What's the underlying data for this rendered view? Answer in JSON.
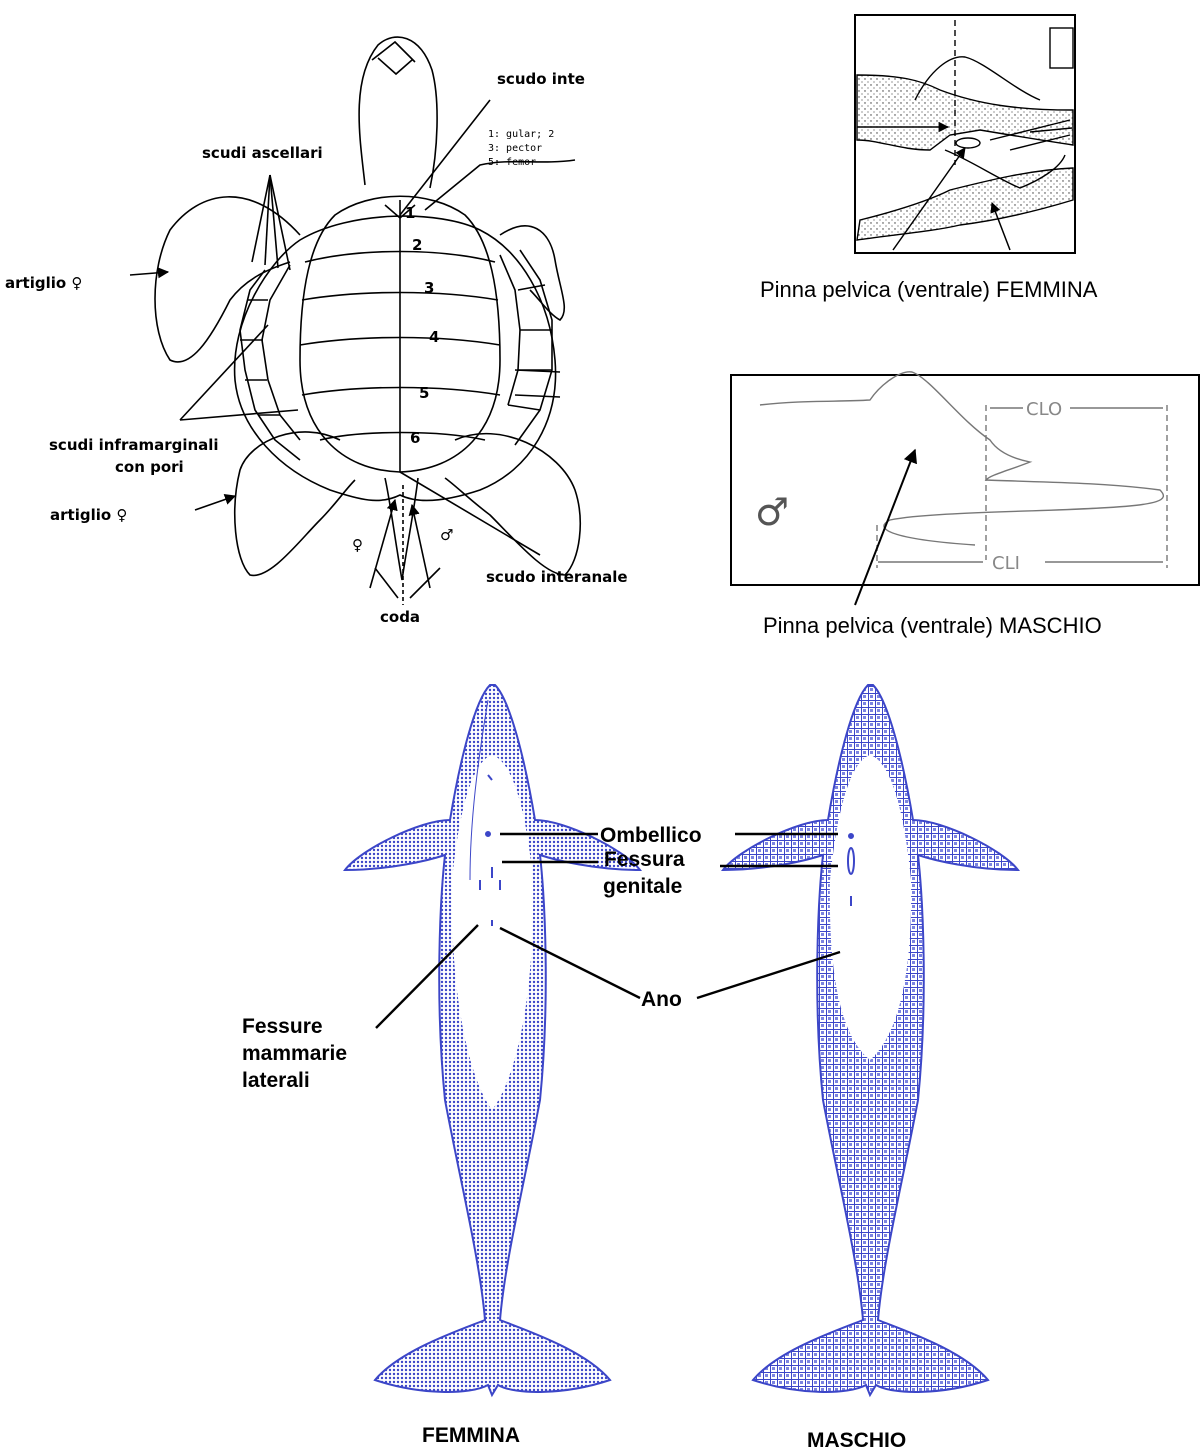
{
  "turtle": {
    "scudo_inte": "scudo inte",
    "scutes_legend": [
      "1: gular; 2",
      "3: pector",
      "5: femor"
    ],
    "scudi_ascellari": "scudi ascellari",
    "artiglio_top": "artiglio ♀",
    "artiglio_bottom": "artiglio ♀",
    "inframarginali_1": "scudi inframarginali",
    "inframarginali_2": "con pori",
    "scudo_interanale": "scudo interanale",
    "coda": "coda",
    "female_symbol": "♀",
    "male_symbol": "♂",
    "scute_numbers": [
      "1",
      "2",
      "3",
      "4",
      "5",
      "6"
    ]
  },
  "shark_female": {
    "caption": "Pinna pelvica (ventrale) FEMMINA"
  },
  "shark_male": {
    "caption": "Pinna pelvica (ventrale) MASCHIO",
    "symbol": "♂",
    "clo": "CLO",
    "cli": "CLI"
  },
  "dolphins": {
    "color": "#3c46c8",
    "ombellico": "Ombellico",
    "fessura_1": "Fessura",
    "fessura_2": "genitale",
    "fessure_1": "Fessure",
    "fessure_2": "mammarie",
    "fessure_3": "laterali",
    "ano": "Ano",
    "female_label": "FEMMINA",
    "male_label": "MASCHIO"
  }
}
